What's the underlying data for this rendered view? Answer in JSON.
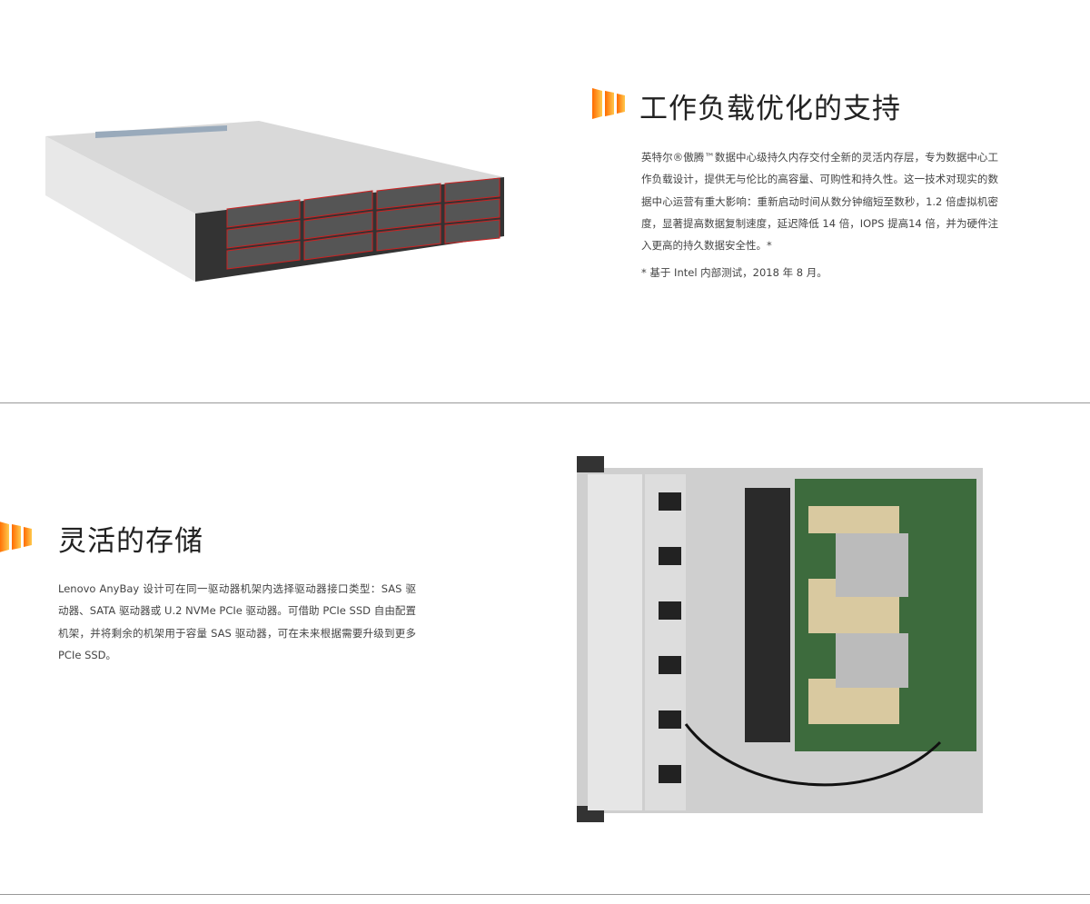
{
  "section1": {
    "title": "工作负载优化的支持",
    "body": "英特尔®傲腾™数据中心级持久内存交付全新的灵活内存层，专为数据中心工作负载设计，提供无与伦比的高容量、可购性和持久性。这一技术对现实的数据中心运营有重大影响：重新启动时间从数分钟缩短至数秒，1.2 倍虚拟机密度，显著提高数据复制速度，延迟降低 14 倍，IOPS 提高14 倍，并为硬件注入更高的持久数据安全性。*",
    "note": "* 基于 Intel 内部测试，2018 年 8 月。",
    "image_icon": "rack-server-image"
  },
  "section2": {
    "title": "灵活的存储",
    "body": "Lenovo AnyBay 设计可在同一驱动器机架内选择驱动器接口类型：SAS 驱动器、SATA 驱动器或 U.2 NVMe PCIe 驱动器。可借助 PCIe SSD 自由配置机架，并将剩余的机架用于容量 SAS 驱动器，可在未来根据需要升级到更多PCIe SSD。",
    "image_icon": "server-interior-image"
  },
  "colors": {
    "accent_start": "#ff6a00",
    "accent_end": "#ffc94d",
    "divider": "#999999"
  }
}
